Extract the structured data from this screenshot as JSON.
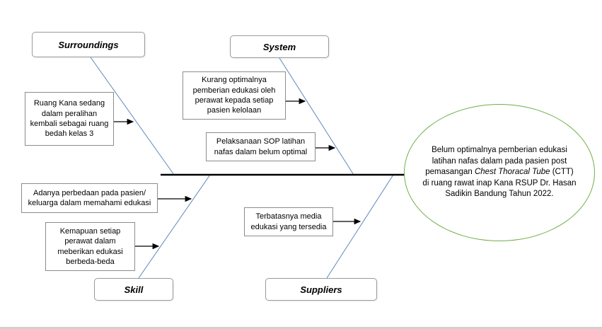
{
  "colors": {
    "spine": "#000000",
    "branch": "#5b88bb",
    "arrow": "#000000",
    "box_border": "#8c8c8c",
    "ellipse_border": "#70ad47"
  },
  "categories": {
    "surroundings": "Surroundings",
    "system": "System",
    "skill": "Skill",
    "suppliers": "Suppliers"
  },
  "causes": {
    "ruang_kana": "Ruang Kana sedang dalam peralihan kembali sebagai ruang bedah kelas 3",
    "kurang_optimal": "Kurang optimalnya pemberian edukasi oleh perawat kepada setiap pasien kelolaan",
    "sop": "Pelaksanaan SOP latihan nafas dalam belum optimal",
    "perbedaan": "Adanya perbedaan pada pasien/ keluarga dalam memahami edukasi",
    "kemampuan": "Kemapuan setiap perawat dalam meberikan edukasi berbeda-beda",
    "media": "Terbatasnya media edukasi yang tersedia"
  },
  "problem": {
    "text_before": "Belum optimalnya pemberian edukasi latihan nafas dalam pada pasien post pemasangan ",
    "italic_text": "Chest Thoracal Tube",
    "text_after": " (CTT) di ruang rawat inap Kana RSUP Dr. Hasan Sadikin Bandung Tahun 2022."
  }
}
